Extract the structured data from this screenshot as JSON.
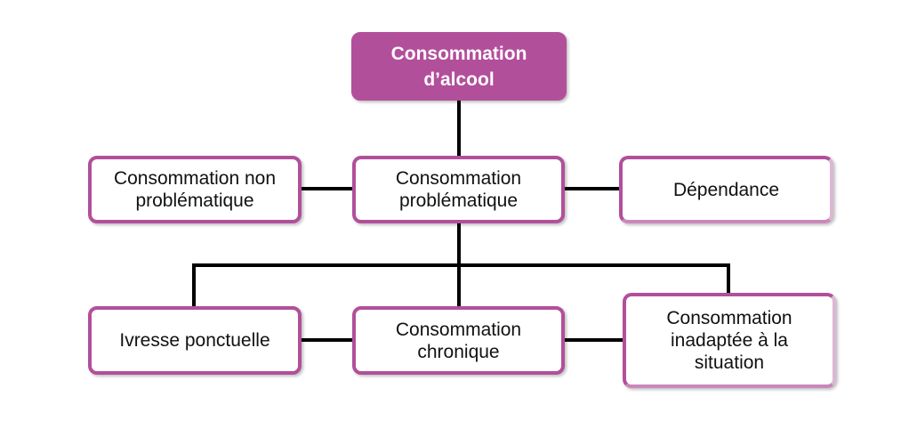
{
  "diagram": {
    "colors": {
      "accent": "#b24f9b",
      "accent_light": "#dcb7d3",
      "connector": "#000000",
      "text": "#111111",
      "root_text": "#ffffff"
    },
    "root": {
      "label": "Consommation\nd’alcool"
    },
    "level1": {
      "left": "Consommation non\nproblématique",
      "center": "Consommation\nproblématique",
      "right": "Dépendance"
    },
    "level2": {
      "left": "Ivresse ponctuelle",
      "center": "Consommation\nchronique",
      "right": "Consommation\ninadaptée à la\nsituation"
    }
  }
}
